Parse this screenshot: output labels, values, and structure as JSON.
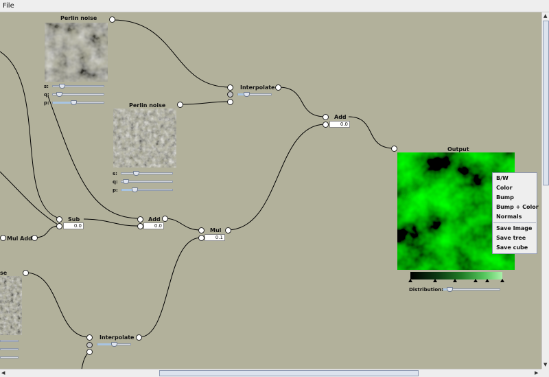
{
  "menu": {
    "file_label": "File"
  },
  "nodes": {
    "perlin1": {
      "title": "Perlin noise",
      "params": [
        "s:",
        "q:",
        "p:"
      ],
      "sliders": [
        0.18,
        0.12,
        0.42
      ]
    },
    "perlin2": {
      "title": "Perlin noise",
      "params": [
        "s:",
        "q:",
        "p:"
      ],
      "sliders": [
        0.28,
        0.08,
        0.25
      ]
    },
    "interpolate1": {
      "title": "Interpolate",
      "slider": 0.28
    },
    "add1": {
      "title": "Add",
      "value": "0.0"
    },
    "sub": {
      "title": "Sub",
      "value": "0.0"
    },
    "add2": {
      "title": "Add",
      "value": "0.0"
    },
    "mul": {
      "title": "Mul",
      "value": "0.1"
    },
    "mul_add": {
      "title": "Mul Add"
    },
    "partial_noise": {
      "title": "se"
    },
    "interpolate2": {
      "title": "Interpolate",
      "slider": 0.5
    },
    "output": {
      "title": "Output",
      "distribution_label": "Distribution:",
      "distribution": 0.08
    }
  },
  "context_menu": {
    "items_top": [
      "B/W",
      "Color",
      "Bump",
      "Bump + Color",
      "Normals"
    ],
    "items_bottom": [
      "Save Image",
      "Save tree",
      "Save cube"
    ]
  },
  "colors": {
    "canvas": "#b2b19b",
    "accent": "#a8c4e2"
  }
}
